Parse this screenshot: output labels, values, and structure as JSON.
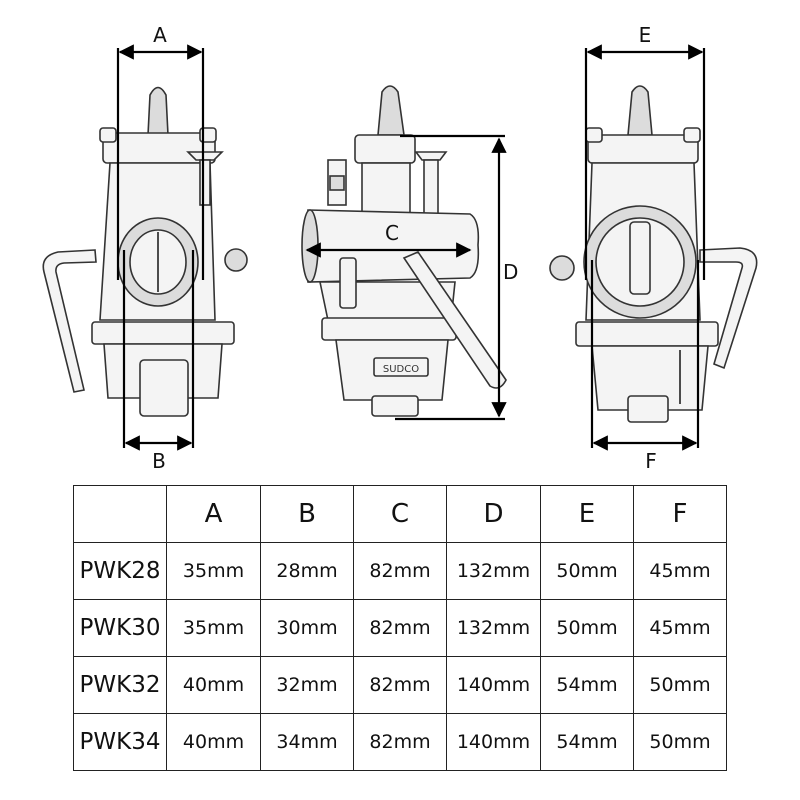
{
  "dimensions": {
    "a": "A",
    "b": "B",
    "c": "C",
    "d": "D",
    "e": "E",
    "f": "F"
  },
  "badge": "SUDCO",
  "table": {
    "headers": [
      "",
      "A",
      "B",
      "C",
      "D",
      "E",
      "F"
    ],
    "rows": [
      {
        "model": "PWK28",
        "values": [
          "35mm",
          "28mm",
          "82mm",
          "132mm",
          "50mm",
          "45mm"
        ]
      },
      {
        "model": "PWK30",
        "values": [
          "35mm",
          "30mm",
          "82mm",
          "132mm",
          "50mm",
          "45mm"
        ]
      },
      {
        "model": "PWK32",
        "values": [
          "40mm",
          "32mm",
          "82mm",
          "140mm",
          "54mm",
          "50mm"
        ]
      },
      {
        "model": "PWK34",
        "values": [
          "40mm",
          "34mm",
          "82mm",
          "140mm",
          "54mm",
          "50mm"
        ]
      }
    ]
  }
}
